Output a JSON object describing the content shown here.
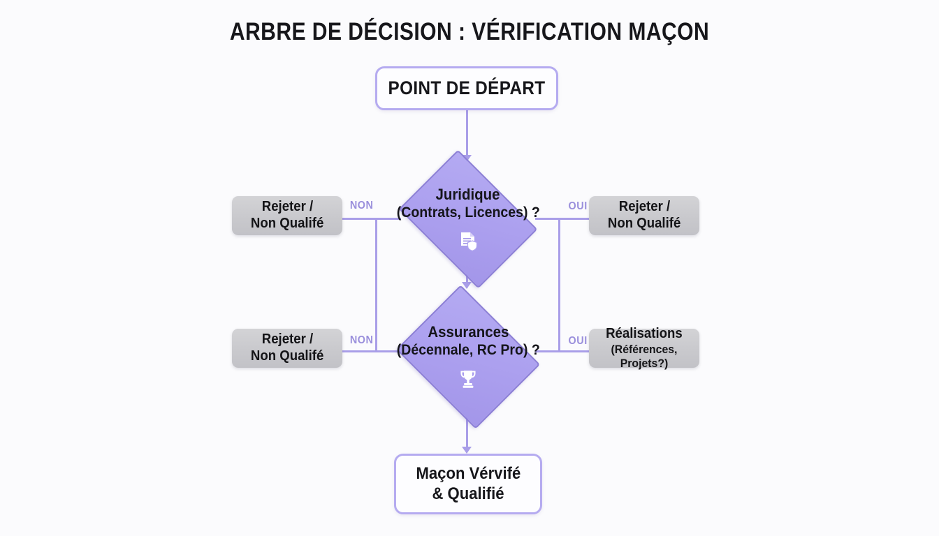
{
  "diagram": {
    "title": "ARBRE DE DÉCISION : VÉRIFICATION MAÇON",
    "background_color": "#fbfbfd",
    "accent_color": "#a99ee8",
    "diamond_fill": "#aca0ef",
    "diamond_border": "#8c7fd6",
    "gray_fill": "#c9c9cd",
    "label_color": "#9a8fdc"
  },
  "nodes": {
    "start": {
      "label": "POINT DE DÉPART",
      "type": "terminal"
    },
    "decision_juridique": {
      "line1": "Juridique",
      "line2": "(Contrats, Licences) ?",
      "icon": "document-shield-icon",
      "type": "decision"
    },
    "decision_assurances": {
      "line1": "Assurances",
      "line2": "(Décennale, RC Pro) ?",
      "icon": "trophy-icon",
      "type": "decision"
    },
    "reject_left_top": {
      "line1": "Rejeter /",
      "line2": "Non Qualifé",
      "type": "outcome"
    },
    "reject_right_top": {
      "line1": "Rejeter /",
      "line2": "Non Qualifé",
      "type": "outcome"
    },
    "reject_left_bottom": {
      "line1": "Rejeter /",
      "line2": "Non Qualifé",
      "type": "outcome"
    },
    "outcome_right_bottom": {
      "line1": "Réalisations",
      "line2": "(Références, Projets?)",
      "type": "outcome"
    },
    "end": {
      "line1": "Maçon Vérvifé",
      "line2": "& Qualifié",
      "type": "terminal"
    }
  },
  "branch_labels": {
    "non_top": "NON",
    "oui_top": "OUI",
    "non_bottom": "NON",
    "oui_bottom": "OUI"
  }
}
